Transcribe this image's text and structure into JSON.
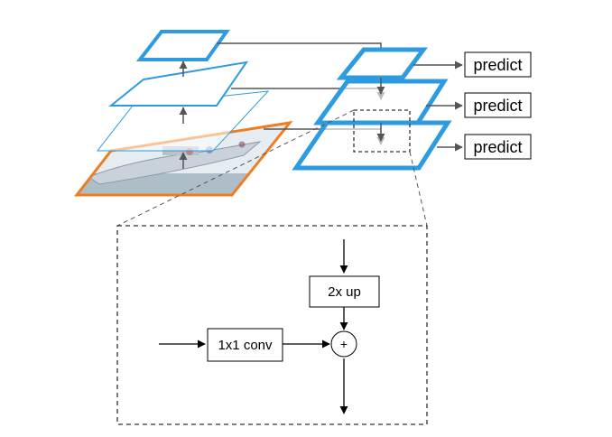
{
  "labels": {
    "predict_top": "predict",
    "predict_mid": "predict",
    "predict_bot": "predict",
    "upsample": "2x up",
    "lateral_conv": "1x1 conv",
    "add_symbol": "+"
  },
  "colors": {
    "feature_map_blue": "#2e9be0",
    "image_border_orange": "#ee7d22",
    "arrow_gray": "#555555",
    "dashed_outline": "#333333",
    "photo_sky": "#e6edf2",
    "photo_boat": "#c9d2da",
    "photo_water": "#9fb1bd"
  }
}
